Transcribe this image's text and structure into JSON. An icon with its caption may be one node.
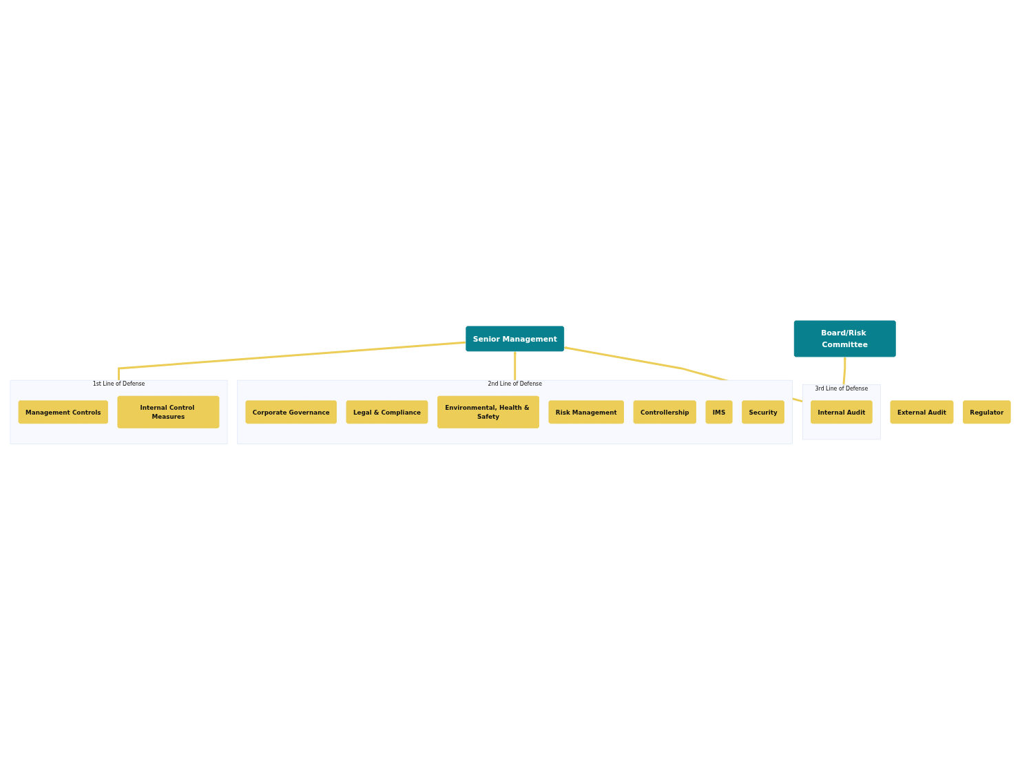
{
  "diagram": {
    "nodes": [
      {
        "text": [
          "Board/Risk Committee"
        ]
      },
      {
        "text": [
          "Senior Management"
        ]
      },
      {
        "text": [
          "1st Line of Defense"
        ]
      },
      {
        "text": [
          "Management Controls"
        ],
        "in": 2
      },
      {
        "text": [
          "Internal Control Measures"
        ],
        "in": 2
      },
      {
        "text": [
          "2nd Line of Defense"
        ]
      },
      {
        "text": [
          "Corporate Governance"
        ],
        "in": 5
      },
      {
        "text": [
          "Legal & Compliance"
        ],
        "in": 5
      },
      {
        "text": [
          "Environmental, Health & Safety"
        ],
        "in": 5
      },
      {
        "text": [
          "Risk Management"
        ],
        "in": 5
      },
      {
        "text": [
          "Controllership"
        ],
        "in": 5
      },
      {
        "text": [
          "IMS"
        ],
        "in": 5
      },
      {
        "text": [
          "Security"
        ],
        "in": 5
      },
      {
        "text": [
          "3rd Line of Defense"
        ]
      },
      {
        "text": [
          "Internal Audit"
        ],
        "in": 13
      },
      {
        "text": [
          "External Audit"
        ]
      },
      {
        "text": [
          "Regulator"
        ]
      }
    ],
    "edges": [
      {
        "from": 2,
        "to": 1,
        "arrow": "to"
      },
      {
        "from": 5,
        "to": 1,
        "arrow": "to"
      },
      {
        "from": 13,
        "to": 1,
        "arrow": "to"
      },
      {
        "from": 13,
        "to": 0,
        "arrow": "to"
      }
    ]
  }
}
